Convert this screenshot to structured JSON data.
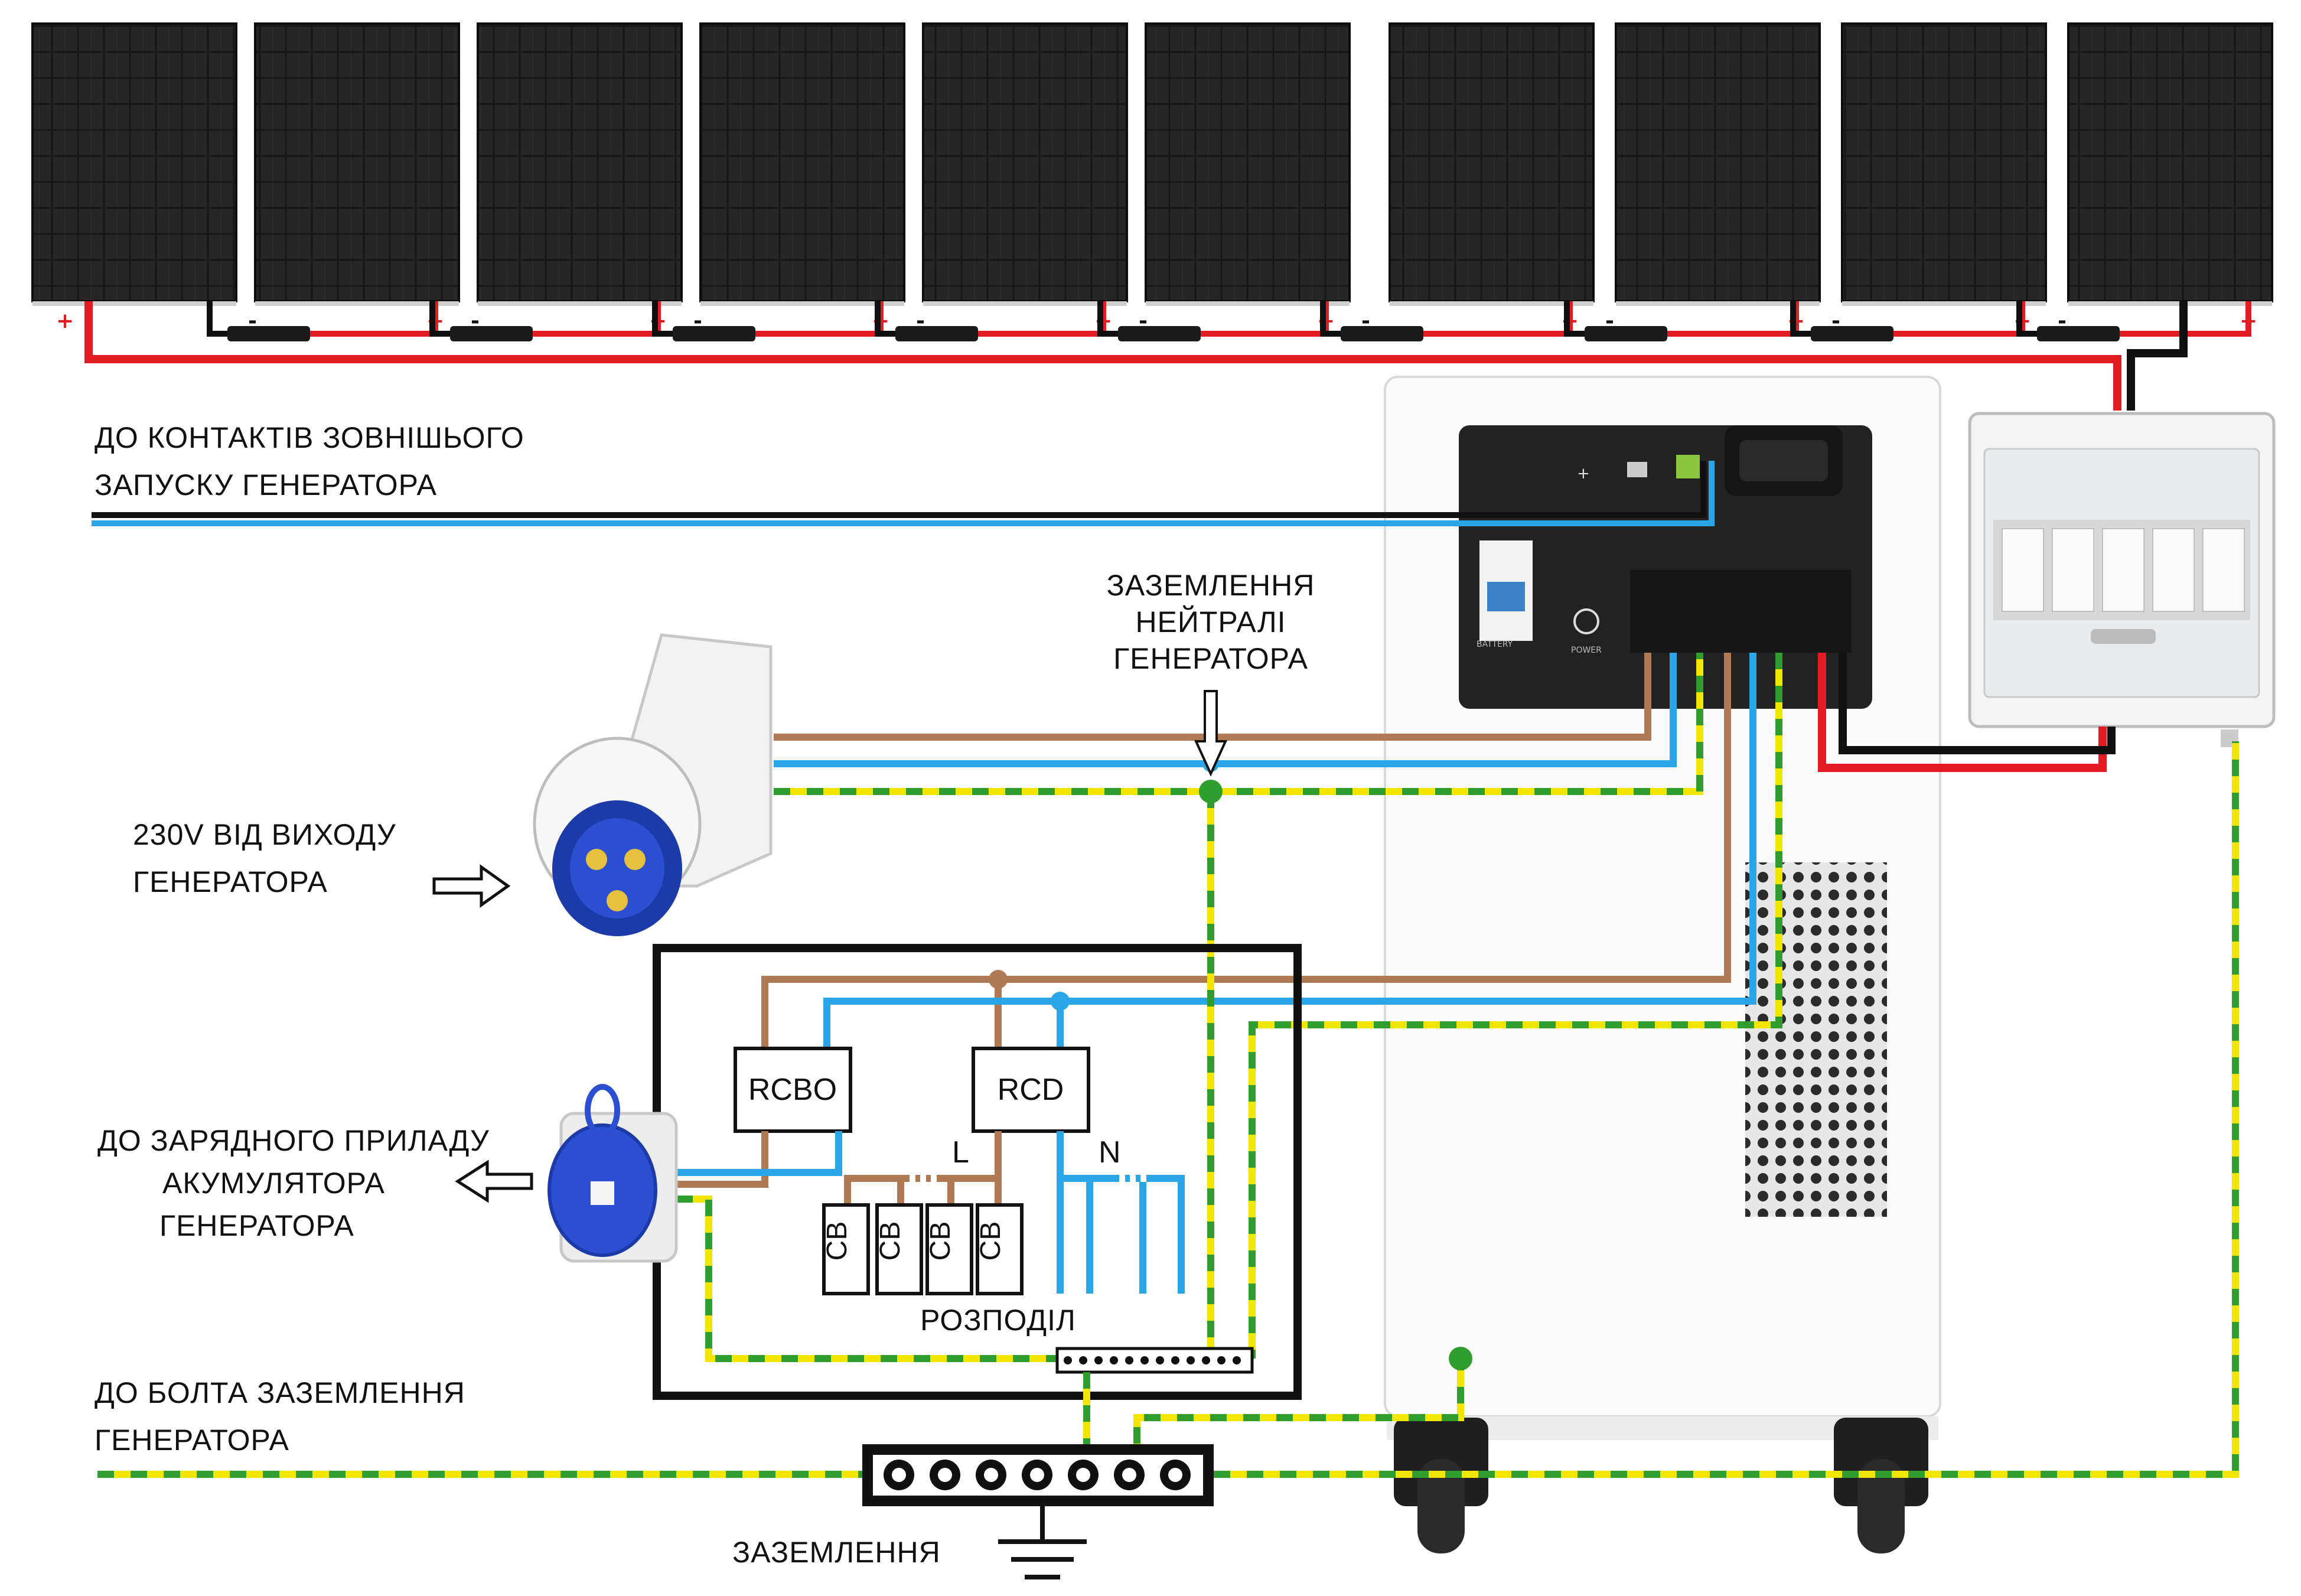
{
  "labels": {
    "gen_start_line1": "ДО КОНТАКТІВ ЗОВНІШЬОГО",
    "gen_start_line2": "ЗАПУСКУ ГЕНЕРАТОРА",
    "neutral_ground_line1": "ЗАЗЕМЛЕННЯ",
    "neutral_ground_line2": "НЕЙТРАЛІ",
    "neutral_ground_line3": "ГЕНЕРАТОРА",
    "gen_output_line1": "230V ВІД ВИХОДУ",
    "gen_output_line2": "ГЕНЕРАТОРА",
    "charger_line1": "ДО ЗАРЯДНОГО ПРИЛАДУ",
    "charger_line2": "АКУМУЛЯТОРА",
    "charger_line3": "ГЕНЕРАТОРА",
    "ground_bolt_line1": "ДО БОЛТА ЗАЗЕМЛЕННЯ",
    "ground_bolt_line2": "ГЕНЕРАТОРА",
    "grounding": "ЗАЗЕМЛЕННЯ",
    "distribution": "РОЗПОДІЛ",
    "rcbo": "RCBO",
    "rcd": "RCD",
    "line": "L",
    "neutral": "N",
    "breaker": "CB",
    "plus": "+",
    "minus": "-"
  },
  "panel_count": 10,
  "breaker_count": 4,
  "colors": {
    "positive": "#e31b23",
    "negative": "#111111",
    "live": "#b07a55",
    "neutral": "#2aa6e8",
    "earth_green": "#2f9e2f",
    "earth_yellow": "#f2e600",
    "panel_cell": "#1b1b1b"
  },
  "icons": [
    "solar-panel-icon",
    "industrial-plug-icon",
    "industrial-socket-icon",
    "ground-symbol-icon",
    "arrow-icon",
    "caster-wheel-icon"
  ]
}
